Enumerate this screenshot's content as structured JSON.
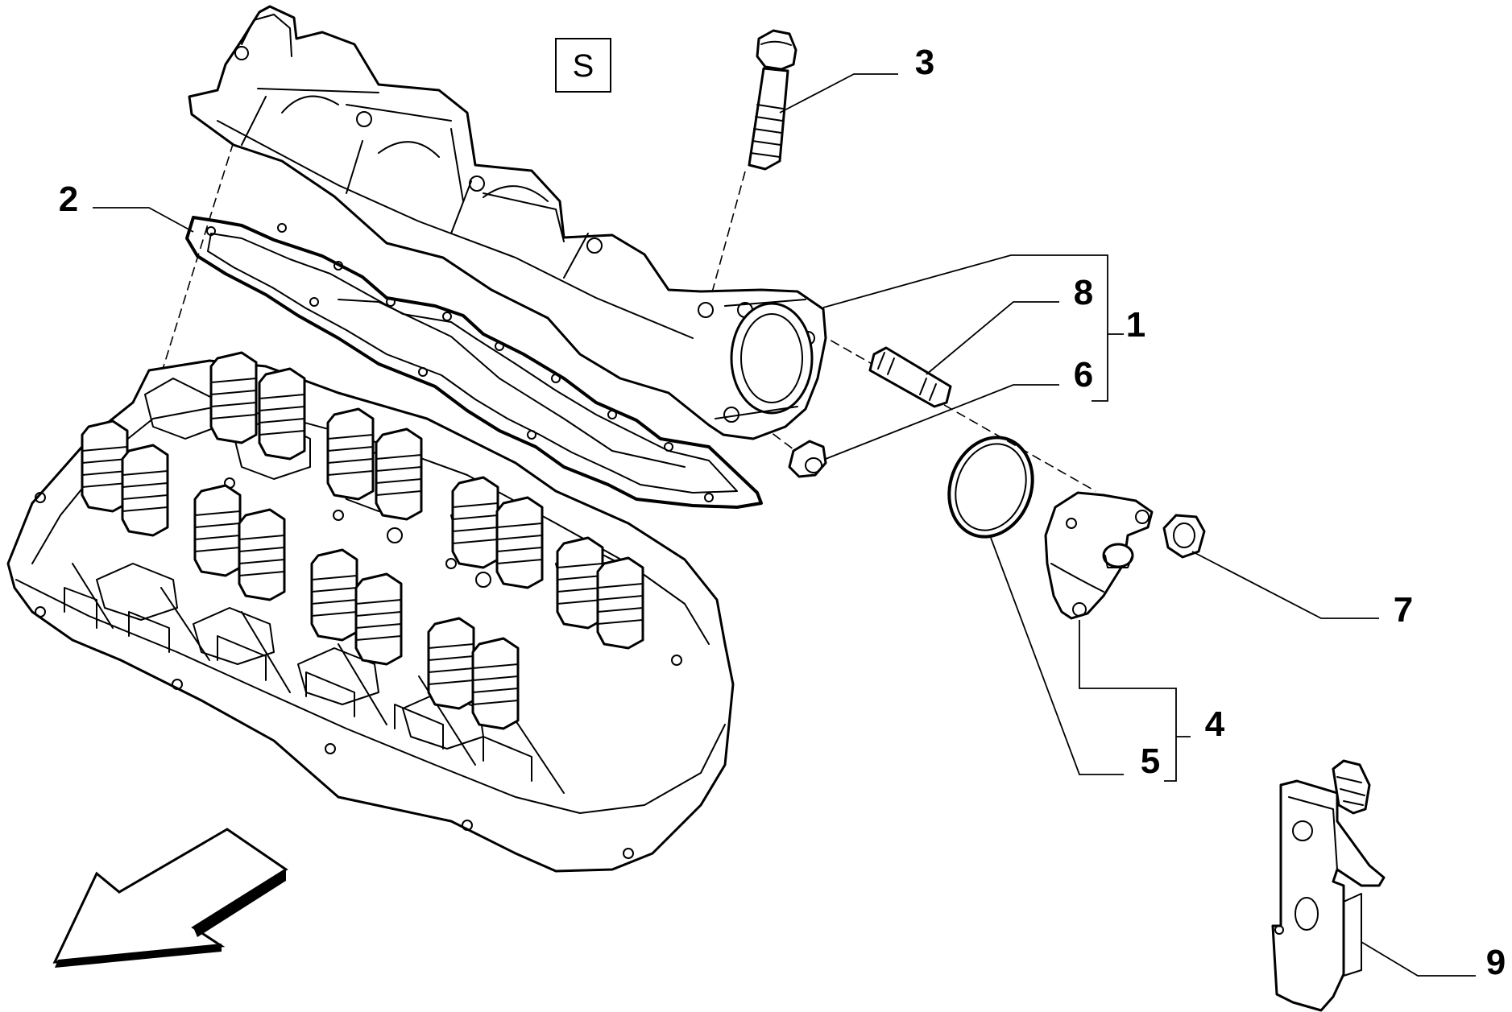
{
  "variant_box": {
    "label": "S"
  },
  "callouts": [
    {
      "id": "1",
      "label": "1"
    },
    {
      "id": "2",
      "label": "2"
    },
    {
      "id": "3",
      "label": "3"
    },
    {
      "id": "4",
      "label": "4"
    },
    {
      "id": "5",
      "label": "5"
    },
    {
      "id": "6",
      "label": "6"
    },
    {
      "id": "7",
      "label": "7"
    },
    {
      "id": "8",
      "label": "8"
    },
    {
      "id": "9",
      "label": "9"
    }
  ],
  "colors": {
    "line": "#000000",
    "background": "#ffffff"
  }
}
